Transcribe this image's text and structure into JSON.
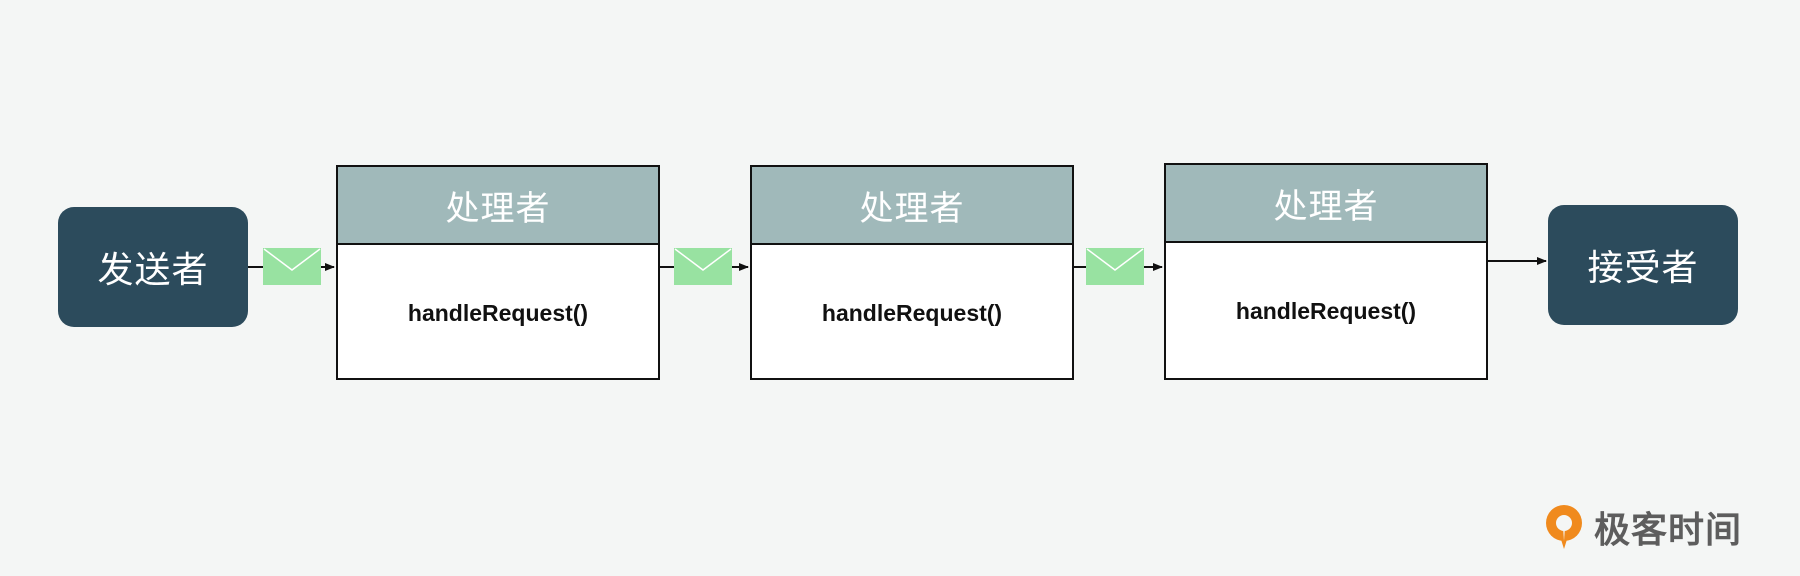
{
  "sender": {
    "label": "发送者"
  },
  "receiver": {
    "label": "接受者"
  },
  "handlers": [
    {
      "title": "处理者",
      "method": "handleRequest()"
    },
    {
      "title": "处理者",
      "method": "handleRequest()"
    },
    {
      "title": "处理者",
      "method": "handleRequest()"
    }
  ],
  "colors": {
    "background": "#f4f6f5",
    "terminal": "#2c4b5c",
    "handler_header": "#a0b9ba",
    "envelope": "#98e2a1",
    "logo_orange": "#f08a1d"
  },
  "icons": {
    "request": "envelope-icon",
    "logo": "geekbang-logo-icon"
  },
  "logo": {
    "text": "极客时间"
  }
}
